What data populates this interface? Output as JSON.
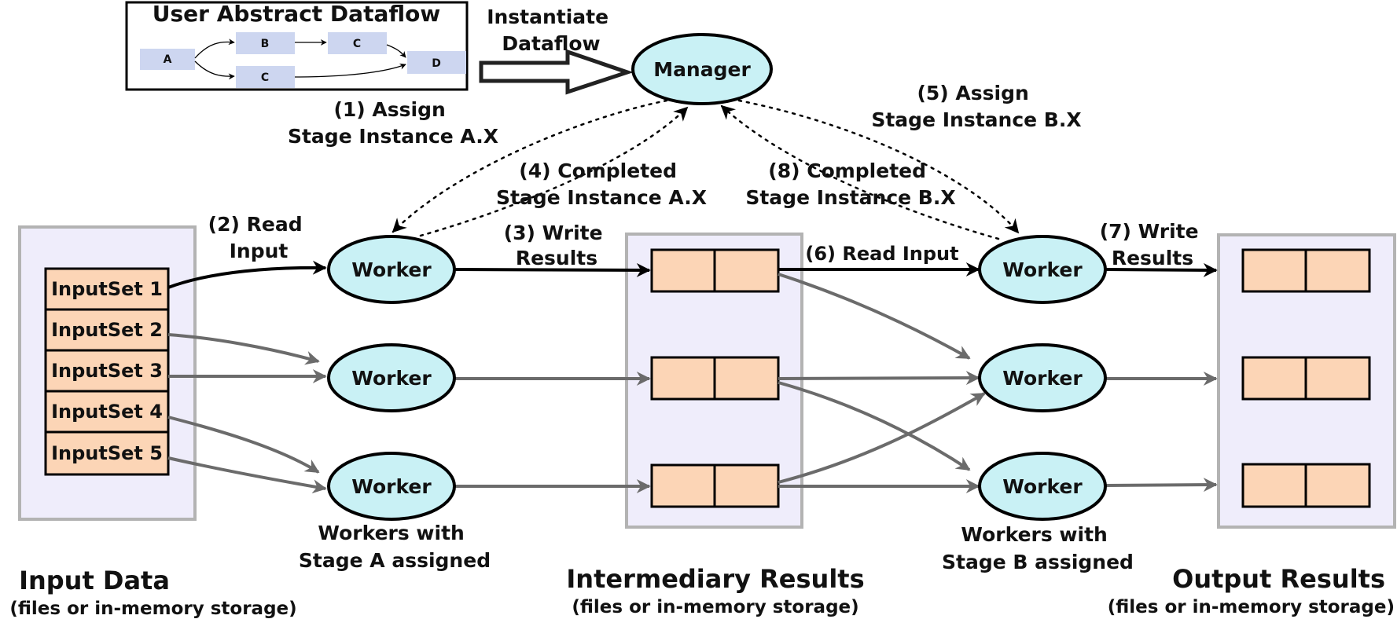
{
  "colors": {
    "storage_fill": "#efedfb",
    "storage_stroke": "#b3b3b3",
    "cell_fill": "#fcd5b6",
    "worker_fill": "#c9f1f5",
    "mini_node_fill": "#cdd6f0",
    "dark_arrow": "#000000",
    "gray_arrow": "#6b6b6b"
  },
  "abstract_dataflow": {
    "title": "User Abstract Dataflow",
    "nodes": [
      "A",
      "B",
      "C",
      "C",
      "D"
    ]
  },
  "instantiate_label": [
    "Instantiate",
    "Dataflow"
  ],
  "manager": {
    "label": "Manager"
  },
  "workers": {
    "label": "Worker"
  },
  "input_sets": [
    "InputSet 1",
    "InputSet 2",
    "InputSet 3",
    "InputSet 4",
    "InputSet 5"
  ],
  "steps": {
    "s1": [
      "(1) Assign",
      "Stage Instance A.X"
    ],
    "s2": [
      "(2) Read",
      "Input"
    ],
    "s3": [
      "(3) Write",
      "Results"
    ],
    "s4": [
      "(4) Completed",
      "Stage Instance A.X"
    ],
    "s5": [
      "(5) Assign",
      "Stage Instance B.X"
    ],
    "s6": "(6) Read Input",
    "s7": [
      "(7) Write",
      "Results"
    ],
    "s8": [
      "(8) Completed",
      "Stage Instance B.X"
    ]
  },
  "stage_labels": {
    "a": [
      "Workers with",
      "Stage A assigned"
    ],
    "b": [
      "Workers with",
      "Stage B assigned"
    ]
  },
  "storage_labels": {
    "input": {
      "title": "Input Data",
      "subtitle": "(files or in-memory storage)"
    },
    "intermediary": {
      "title": "Intermediary Results",
      "subtitle": "(files or in-memory storage)"
    },
    "output": {
      "title": "Output Results",
      "subtitle": "(files or in-memory storage)"
    }
  }
}
